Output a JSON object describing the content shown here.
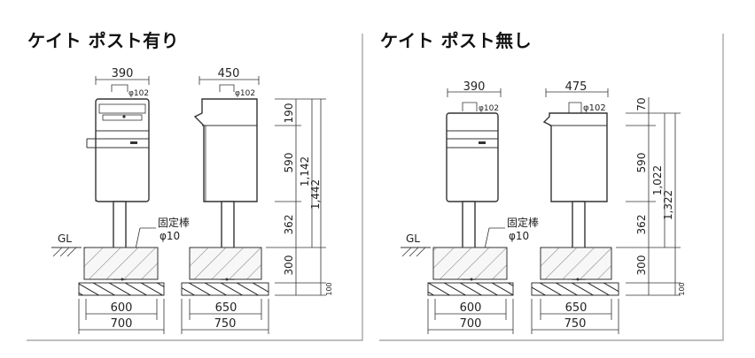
{
  "panels": [
    {
      "title": "ケイト ポスト有り",
      "front_width": "390",
      "side_width": "450",
      "post_dia_front": "φ102",
      "post_dia_side": "φ102",
      "heights": [
        "190",
        "590",
        "362",
        "300",
        "100"
      ],
      "total_upper": "1,142",
      "total_all": "1,442",
      "gl": "GL",
      "anchor_label_1": "固定棒",
      "anchor_label_2": "φ10",
      "foundation_front": [
        "600",
        "700"
      ],
      "foundation_side": [
        "650",
        "750"
      ]
    },
    {
      "title": "ケイト ポスト無し",
      "front_width": "390",
      "side_width": "475",
      "post_dia_front": "φ102",
      "post_dia_side": "φ102",
      "heights": [
        "70",
        "590",
        "362",
        "300",
        "100"
      ],
      "total_upper": "1,022",
      "total_all": "1,322",
      "gl": "GL",
      "anchor_label_1": "固定棒",
      "anchor_label_2": "φ10",
      "foundation_front": [
        "600",
        "700"
      ],
      "foundation_side": [
        "650",
        "750"
      ]
    }
  ],
  "colors": {
    "line": "#333333",
    "frame": "#999999",
    "text": "#222222"
  }
}
